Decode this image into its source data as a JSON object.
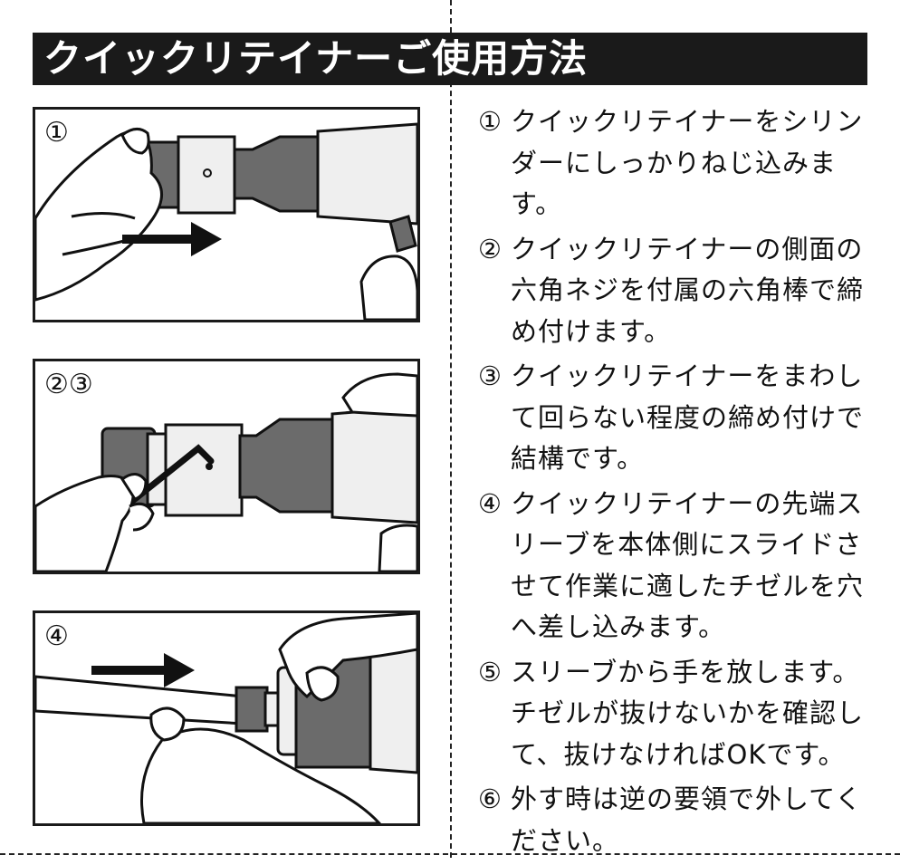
{
  "title": "クイックリテイナーご使用方法",
  "panels": [
    {
      "label": "①"
    },
    {
      "label": "②③"
    },
    {
      "label": "④"
    }
  ],
  "steps": [
    {
      "num": "①",
      "text": "クイックリテイナーをシリンダーにしっかりねじ込みます。"
    },
    {
      "num": "②",
      "text": "クイックリテイナーの側面の六角ネジを付属の六角棒で締め付けます。"
    },
    {
      "num": "③",
      "text": "クイックリテイナーをまわして回らない程度の締め付けで結構です。"
    },
    {
      "num": "④",
      "text": "クイックリテイナーの先端スリーブを本体側にスライドさせて作業に適したチゼルを穴へ差し込みます。"
    },
    {
      "num": "⑤",
      "text": "スリーブから手を放します。チゼルが抜けないかを確認して、抜けなければOKです。"
    },
    {
      "num": "⑥",
      "text": "外す時は逆の要領で外してください。"
    }
  ],
  "colors": {
    "dark": "#1a1a1a",
    "gray": "#6b6b6b",
    "light": "#efefef"
  }
}
